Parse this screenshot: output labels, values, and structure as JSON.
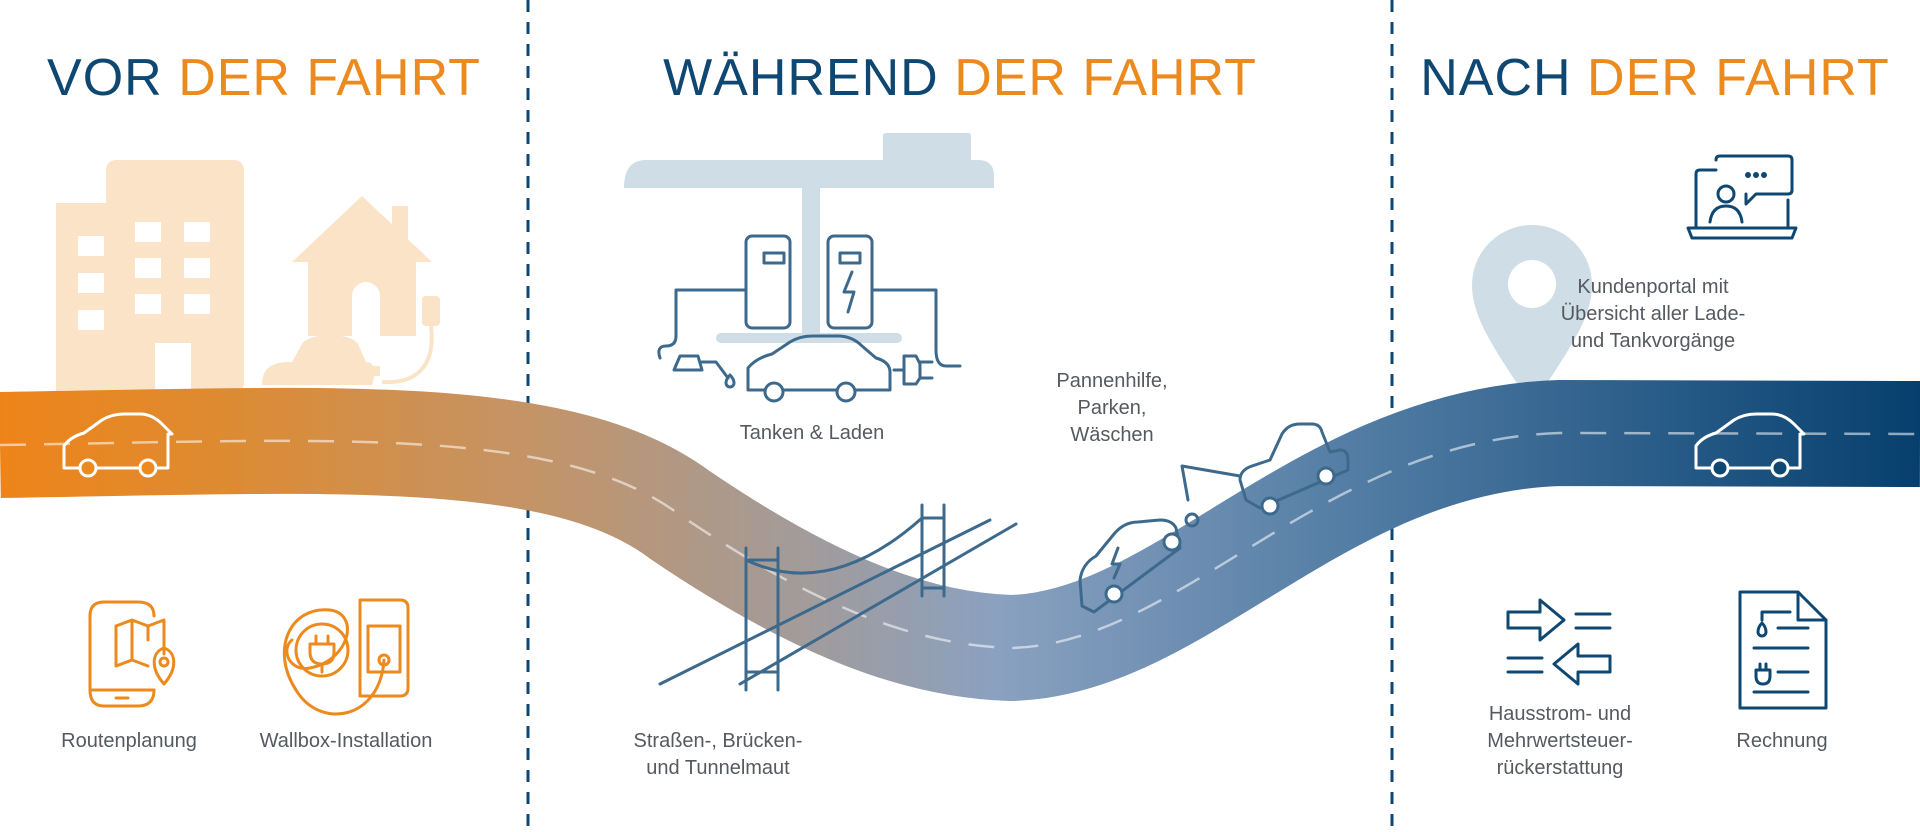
{
  "titles": {
    "before": {
      "word1": "VOR",
      "word2": "DER FAHRT"
    },
    "during": {
      "word1": "WÄHREND",
      "word2": "DER FAHRT"
    },
    "after": {
      "word1": "NACH",
      "word2": "DER FAHRT"
    }
  },
  "labels": {
    "route_planning": "Routenplanung",
    "wallbox": "Wallbox-Installation",
    "fuel_charge": "Tanken & Laden",
    "tolls": "Straßen-, Brücken-\nund Tunnelmaut",
    "breakdown": "Pannenhilfe,\nParken,\nWäschen",
    "customer_portal": "Kundenportal mit\nÜbersicht aller Lade-\nund Tankvorgänge",
    "refund": "Hausstrom- und\nMehrwertsteuer-\nrückerstattung",
    "invoice": "Rechnung"
  },
  "colors": {
    "orange": "#ec8a1e",
    "navy": "#0e4872",
    "icon_blue": "#3d6a8c",
    "light_blue_grey": "#cfdde6",
    "peach": "#fbe3c8"
  },
  "icons": [
    "building-icon",
    "house-icon",
    "car-icon",
    "phone-map-icon",
    "wallbox-icon",
    "gas-station-icon",
    "bridge-icon",
    "tow-truck-icon",
    "map-pin-icon",
    "laptop-chat-icon",
    "transfer-arrows-icon",
    "invoice-icon"
  ]
}
